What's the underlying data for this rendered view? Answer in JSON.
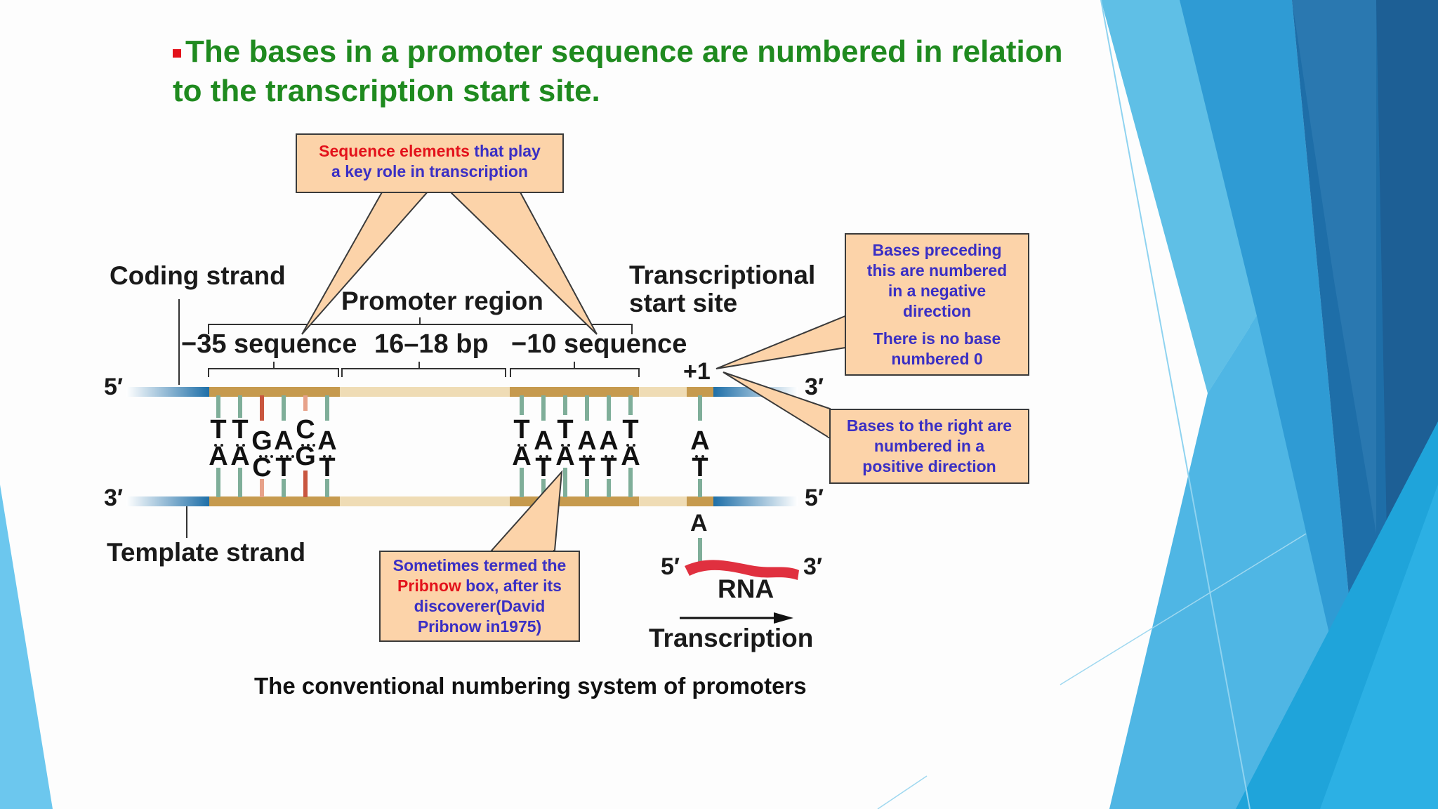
{
  "heading": "The bases in a promoter sequence are numbered in relation to the transcription start site.",
  "diagram": {
    "coding_strand": "Coding strand",
    "promoter_region": "Promoter region",
    "tss_line1": "Transcriptional",
    "tss_line2": "start site",
    "minus35": "−35 sequence",
    "spacer": "16–18 bp",
    "minus10": "−10 sequence",
    "plus1": "+1",
    "coding_5": "5′",
    "coding_3": "3′",
    "template_3": "3′",
    "template_5": "5′",
    "template_strand": "Template strand",
    "rna_base": "A",
    "rna_5": "5′",
    "rna_3": "3′",
    "rna": "RNA",
    "transcription": "Transcription"
  },
  "bases": {
    "minus35_coding": [
      "T",
      "T",
      "G",
      "A",
      "C",
      "A"
    ],
    "minus35_template": [
      "A",
      "A",
      "C",
      "T",
      "G",
      "T"
    ],
    "minus10_coding": [
      "T",
      "A",
      "T",
      "A",
      "A",
      "T"
    ],
    "minus10_template": [
      "A",
      "T",
      "A",
      "T",
      "T",
      "A"
    ],
    "plus1_coding": "A",
    "plus1_template": "T"
  },
  "callouts": {
    "sequence_elements": {
      "red": "Sequence elements",
      "rest1": "that play",
      "rest2": "a key role in transcription"
    },
    "negative": {
      "line1": "Bases preceding",
      "line2": "this are numbered",
      "line3": "in a negative",
      "line4": "direction",
      "line5": "There is no base",
      "line6": "numbered 0"
    },
    "positive": {
      "line1": "Bases to the right are",
      "line2": "numbered in a",
      "line3": "positive direction"
    },
    "pribnow": {
      "line1": "Sometimes termed the",
      "red": "Pribnow",
      "line2_rest": "box, after its",
      "line3": "discoverer(David",
      "line4": "Pribnow in1975)"
    }
  },
  "caption": "The conventional numbering system of promoters",
  "colors": {
    "heading": "#1f8a1f",
    "bullet": "#e3121b",
    "callout_fill": "#fcd3a9",
    "callout_text": "#3a2fc4",
    "highlight": "#e3121b",
    "strand_blue": "#1e6fa8",
    "element_tan": "#c69a4e",
    "rna": "#e0303f"
  }
}
